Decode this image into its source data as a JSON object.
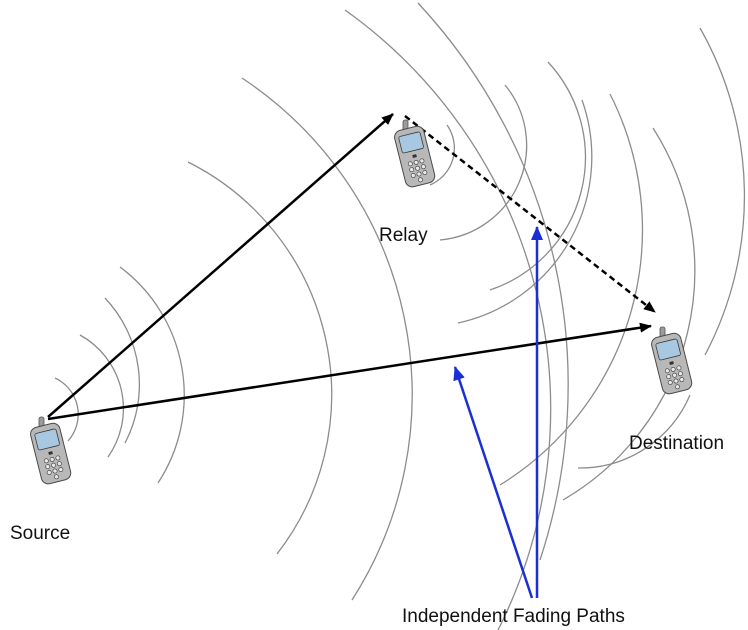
{
  "labels": {
    "source": "Source",
    "relay": "Relay",
    "destination": "Destination",
    "fading_paths": "Independent Fading Paths"
  },
  "colors": {
    "background": "#ffffff",
    "signal_arrow": "#000000",
    "fading_arrow": "#1a2fd6",
    "wave_arc": "#8c8c8c",
    "phone_body": "#b4b4b4",
    "phone_screen": "#a8c7e0"
  },
  "icons": {
    "source": "mobile-phone-icon",
    "relay": "mobile-phone-icon",
    "destination": "mobile-phone-icon"
  },
  "links": [
    {
      "from": "source",
      "to": "relay",
      "style": "solid"
    },
    {
      "from": "relay",
      "to": "destination",
      "style": "dashed"
    },
    {
      "from": "source",
      "to": "destination",
      "style": "solid"
    }
  ]
}
